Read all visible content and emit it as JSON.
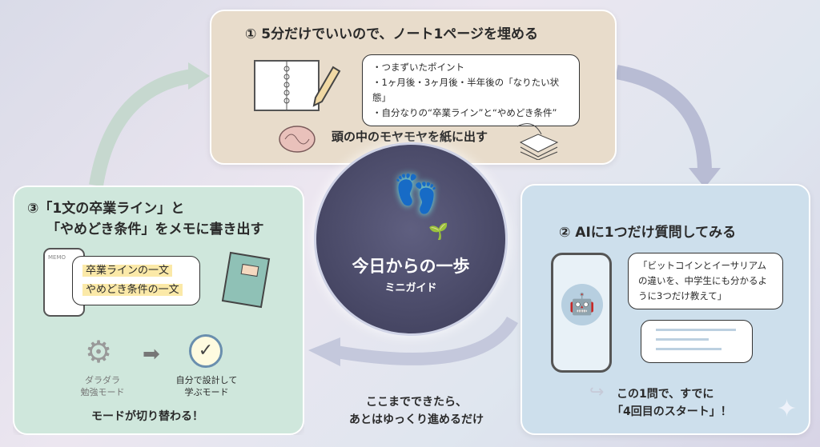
{
  "step1": {
    "title": "① 5分だけでいいので、ノート1ページを埋める",
    "bullets": [
      "・つまずいたポイント",
      "・1ヶ月後・3ヶ月後・半年後の「なりたい状態」",
      "・自分なりの“卒業ライン”と“やめどき条件”"
    ],
    "caption": "頭の中のモヤモヤを紙に出す"
  },
  "step2": {
    "title": "② AIに1つだけ質問してみる",
    "question": "「ビットコインとイーサリアムの違いを、中学生にも分かるように3つだけ教えて」",
    "result_line1": "この1問で、すでに",
    "result_line2": "「4回目のスタート」！"
  },
  "step3": {
    "title_line1": "③「1文の卒業ライン」と",
    "title_line2": "「やめどき条件」をメモに書き出す",
    "memo_label": "MEMO",
    "memo_line1": "卒業ラインの一文",
    "memo_line2": "やめどき条件の一文",
    "mode_before_1": "ダラダラ",
    "mode_before_2": "勉強モード",
    "mode_after_1": "自分で設計して",
    "mode_after_2": "学ぶモード",
    "caption": "モードが切り替わる！"
  },
  "center": {
    "title": "今日からの一歩",
    "subtitle": "ミニガイド"
  },
  "footer": {
    "line1": "ここまでできたら、",
    "line2": "あとはゆっくり進めるだけ"
  },
  "colors": {
    "step1": "#e8dccb",
    "step2": "#cddfec",
    "step3": "#cfe7dc",
    "center": "#4a4a6a",
    "highlight": "#fbe9a8"
  }
}
